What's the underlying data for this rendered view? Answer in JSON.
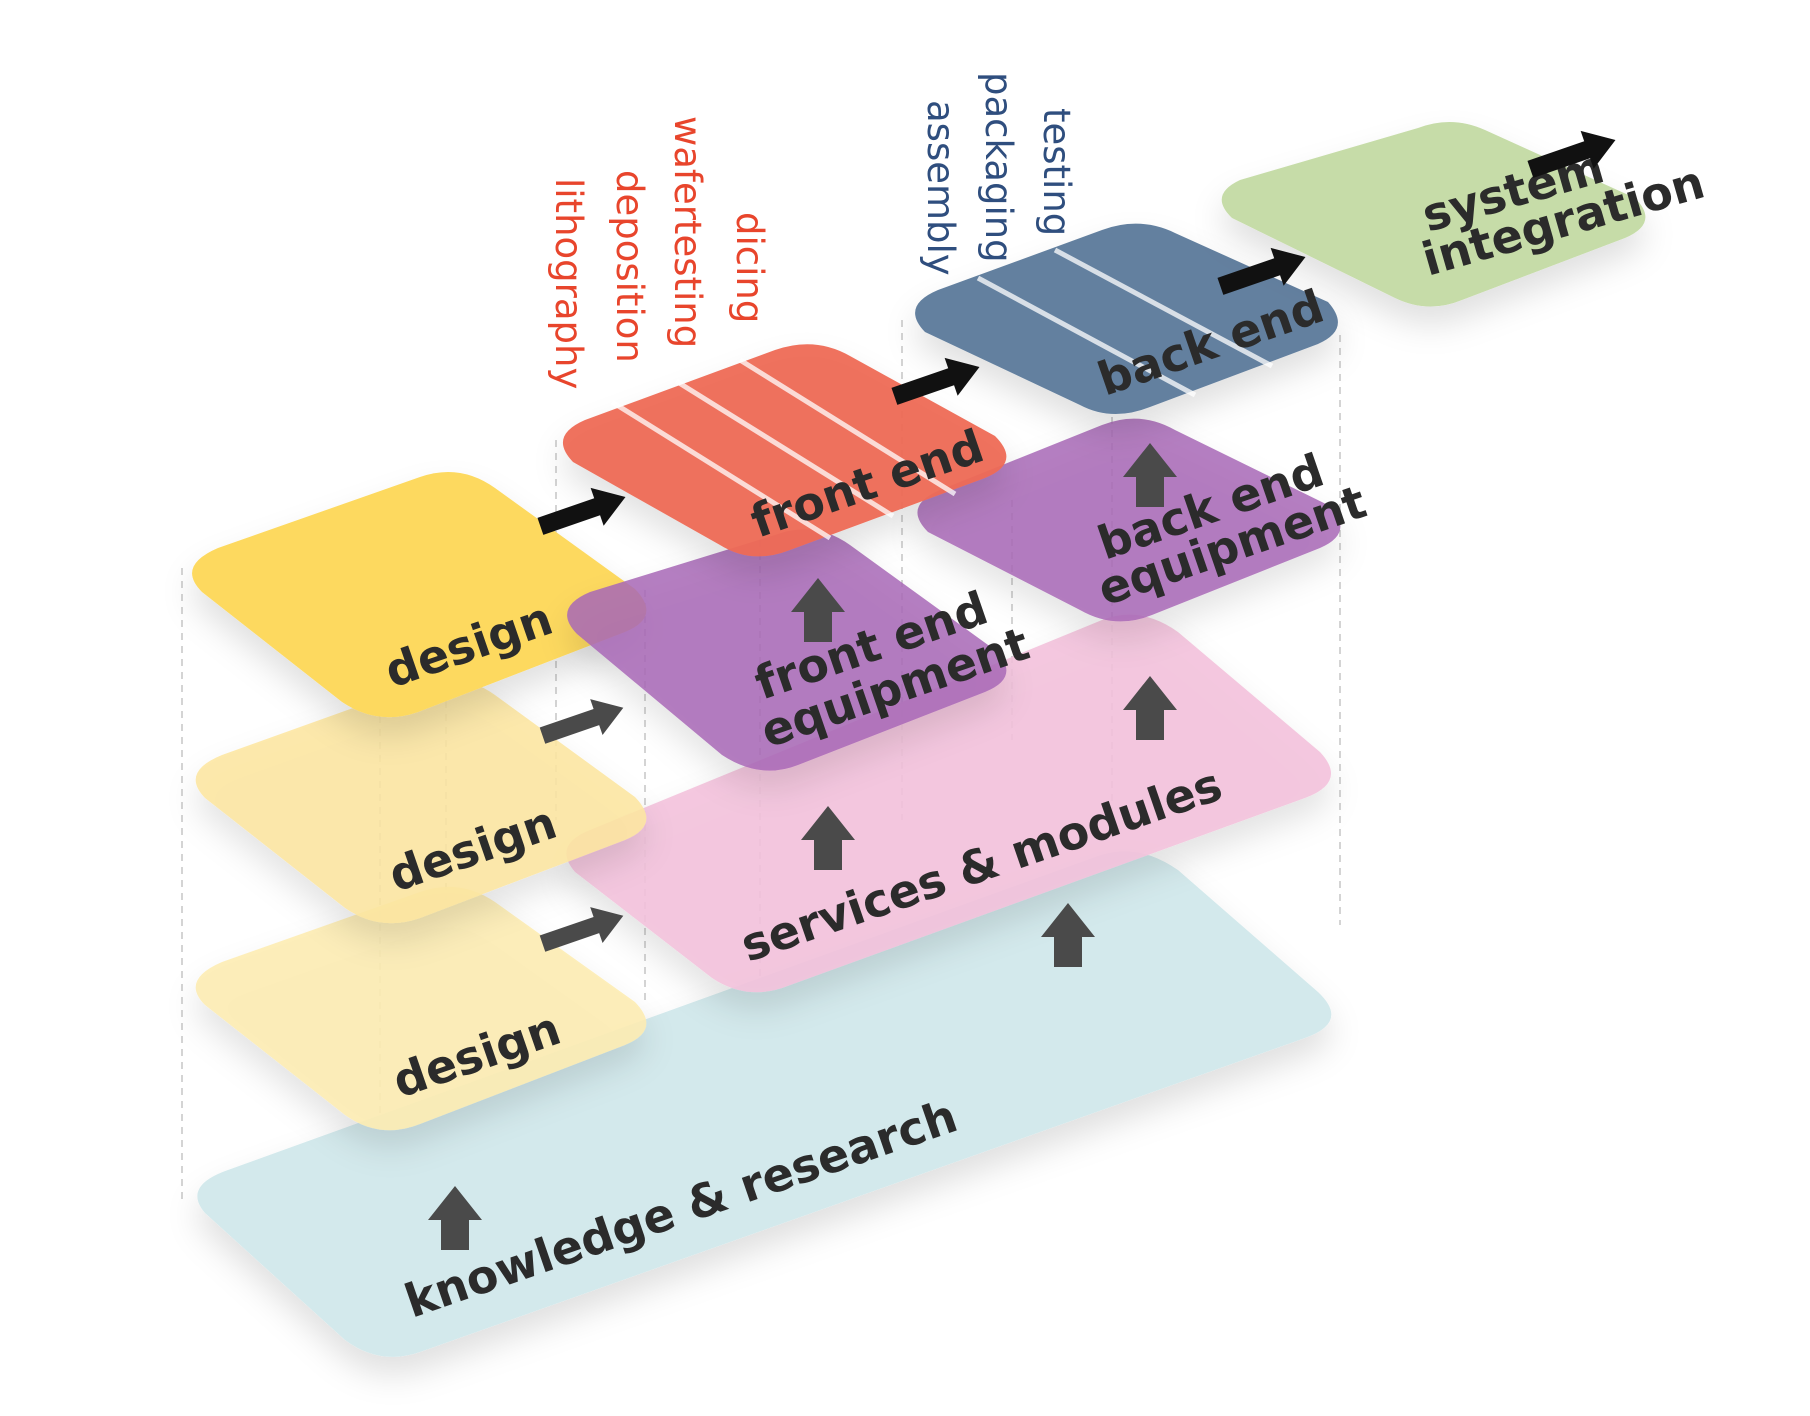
{
  "layers": {
    "knowledge": {
      "label": "knowledge & research",
      "color": "#d3e9ec"
    },
    "services": {
      "label": "services & modules",
      "color": "#f3c2dc"
    },
    "front_equipment": {
      "label_line1": "front end",
      "label_line2": "equipment",
      "color": "#a869b6"
    },
    "back_equipment": {
      "label_line1": "back end",
      "label_line2": "equipment",
      "color": "#a869b6"
    },
    "design_top": {
      "label": "design",
      "color": "#fdd95e"
    },
    "design_mid": {
      "label": "design",
      "color": "#fde6a0"
    },
    "design_bottom": {
      "label": "design",
      "color": "#fdecb3"
    },
    "front_end": {
      "label": "front end",
      "color": "#ee6a55"
    },
    "back_end": {
      "label": "back end",
      "color": "#64809f"
    },
    "system_integration": {
      "label_line1": "system",
      "label_line2": "integration",
      "color": "#c6dca8"
    }
  },
  "front_end_steps": {
    "color": "#e8452c",
    "items": [
      "lithography",
      "deposition",
      "wafertesting",
      "dicing"
    ]
  },
  "back_end_steps": {
    "color": "#2f4e7e",
    "items": [
      "assembly",
      "packaging",
      "testing"
    ]
  }
}
